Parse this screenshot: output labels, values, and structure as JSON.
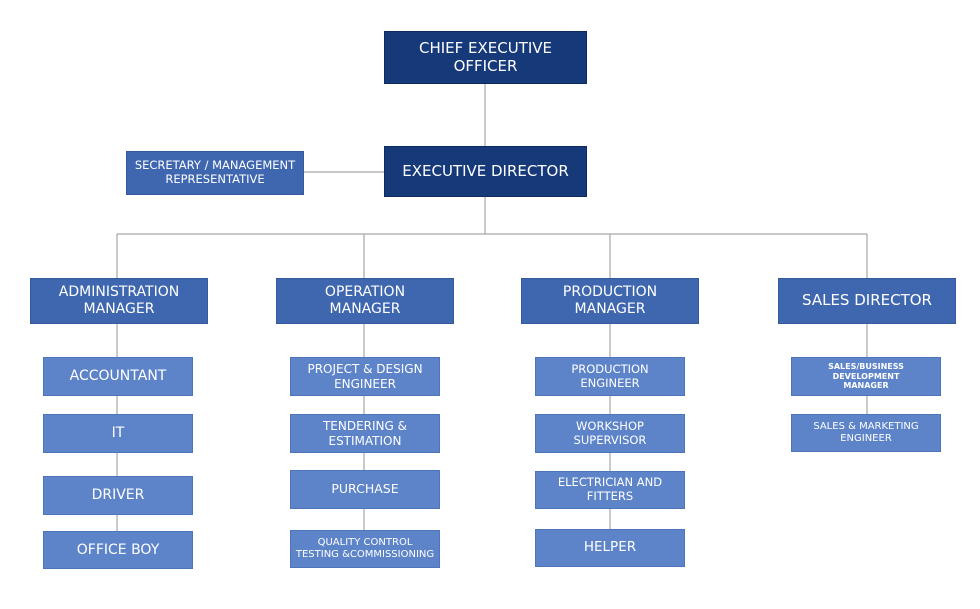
{
  "chart": {
    "ceo": "CHIEF EXECUTIVE OFFICER",
    "executive_director": "EXECUTIVE DIRECTOR",
    "secretary": "SECRETARY / MANAGEMENT\nREPRESENTATIVE",
    "departments": [
      {
        "head": "ADMINISTRATION\nMANAGER",
        "staff": [
          "ACCOUNTANT",
          "IT",
          "DRIVER",
          "OFFICE BOY"
        ]
      },
      {
        "head": "OPERATION\nMANAGER",
        "staff": [
          "PROJECT & DESIGN\nENGINEER",
          "TENDERING &\nESTIMATION",
          "PURCHASE",
          "QUALITY CONTROL\nTESTING &COMMISSIONING"
        ]
      },
      {
        "head": "PRODUCTION\nMANAGER",
        "staff": [
          "PRODUCTION\nENGINEER",
          "WORKSHOP SUPERVISOR",
          "ELECTRICIAN AND\nFITTERS",
          "HELPER"
        ]
      },
      {
        "head": "SALES DIRECTOR",
        "staff": [
          "SALES/BUSINESS DEVELOPMENT\nMANAGER",
          "SALES & MARKETING\nENGINEER"
        ]
      }
    ]
  },
  "colors": {
    "top_box": "#16397a",
    "manager_box": "#3f67b0",
    "staff_box": "#5d84c9",
    "connector": "#a6a6a6"
  }
}
